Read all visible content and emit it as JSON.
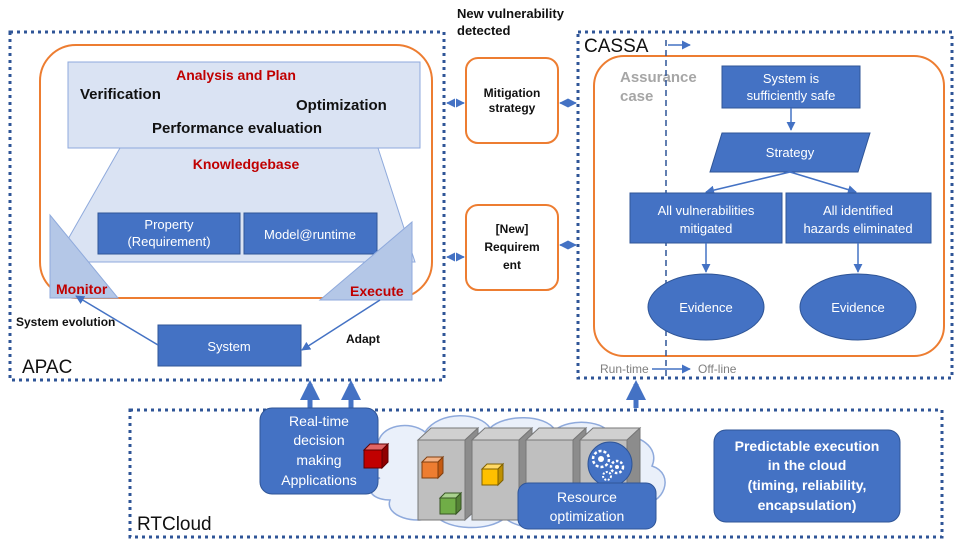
{
  "apac": {
    "label": "APAC",
    "analysis_title": "Analysis and Plan",
    "verification": "Verification",
    "optimization": "Optimization",
    "performance": "Performance evaluation",
    "knowledgebase": "Knowledgebase",
    "property_line1": "Property",
    "property_line2": "(Requirement)",
    "model": "Model@runtime",
    "monitor": "Monitor",
    "execute": "Execute",
    "system": "System",
    "system_evolution": "System evolution",
    "adapt": "Adapt"
  },
  "middle": {
    "new_vuln_line1": "New vulnerability",
    "new_vuln_line2": "detected",
    "mitigation_line1": "Mitigation",
    "mitigation_line2": "strategy",
    "req_line1": "[New]",
    "req_line2": "Requirem",
    "req_line3": "ent"
  },
  "cassa": {
    "label": "CASSA",
    "assurance_line1": "Assurance",
    "assurance_line2": "case",
    "safe_line1": "System is",
    "safe_line2": "sufficiently safe",
    "strategy": "Strategy",
    "vuln_line1": "All vulnerabilities",
    "vuln_line2": "mitigated",
    "haz_line1": "All identified",
    "haz_line2": "hazards eliminated",
    "evidence1": "Evidence",
    "evidence2": "Evidence",
    "runtime": "Run-time",
    "offline": "Off-line"
  },
  "rtcloud": {
    "label": "RTCloud",
    "realtime_line1": "Real-time",
    "realtime_line2": "decision",
    "realtime_line3": "making",
    "realtime_line4": "Applications",
    "resource_line1": "Resource",
    "resource_line2": "optimization",
    "pred_line1": "Predictable execution",
    "pred_line2": "in the cloud",
    "pred_line3": "(timing,  reliability,",
    "pred_line4": "encapsulation)"
  },
  "colors": {
    "blue": "#4472C4",
    "blue_dark": "#2F5597",
    "orange": "#ED7D31",
    "red_text": "#C00000",
    "light_panel": "#DAE3F3",
    "cube_orange": "#ED7D31",
    "cube_yellow": "#FFC000",
    "cube_green": "#70AD47",
    "cube_red": "#C00000"
  }
}
